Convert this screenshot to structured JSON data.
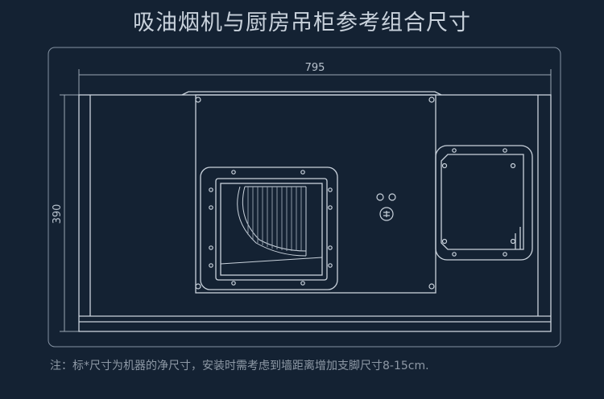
{
  "title": "吸油烟机与厨房吊柜参考组合尺寸",
  "dimensions": {
    "width": "795",
    "height": "390"
  },
  "note": "注：标*尺寸为机器的净尺寸，安装时需考虑到墙距离增加支脚尺寸8-15cm.",
  "colors": {
    "background": "#142233",
    "line": "#c9d2dc",
    "text": "#c9d2dc",
    "note": "#8e99a6"
  },
  "icons": {
    "fan": "fan-blades-icon",
    "control_knob": "knob-icon"
  }
}
